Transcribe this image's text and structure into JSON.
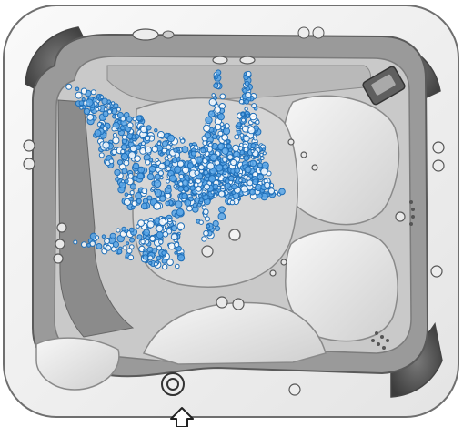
{
  "figure": {
    "subject": "hot-tub-top-view",
    "colors": {
      "shell": "#f1f1f1",
      "shell_outline": "#6f6f6f",
      "coping": "#9a9a9a",
      "coping_dark": "#7c7c7c",
      "seat": "#dcdcdc",
      "floor": "#d6d6d6",
      "water_jet": "#1f6fb8",
      "water_jet_light": "#5aa6e6"
    },
    "jet_streams": [
      {
        "name": "water-stream-corner-seat",
        "count": 520
      },
      {
        "name": "water-stream-center-left",
        "count": 200
      },
      {
        "name": "water-stream-center-right",
        "count": 200
      },
      {
        "name": "water-stream-left-wall",
        "count": 160
      },
      {
        "name": "water-stream-floor-fan",
        "count": 130
      }
    ],
    "icons": [
      "control-panel-icon",
      "arrow-up-icon",
      "valve-icon",
      "jet-nozzle-icon"
    ]
  }
}
